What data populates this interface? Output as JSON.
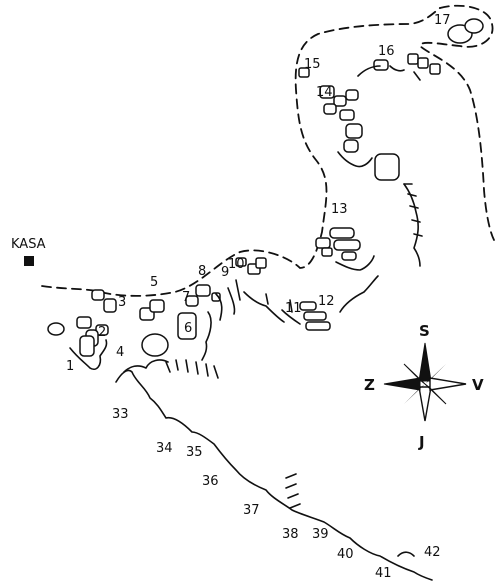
{
  "map": {
    "legend_label": "KASA",
    "compass": {
      "north": "S",
      "south": "J",
      "east": "V",
      "west": "Z"
    },
    "sector_labels": [
      "1",
      "2",
      "3",
      "4",
      "5",
      "6",
      "7",
      "8",
      "9",
      "10",
      "11",
      "12",
      "13",
      "14",
      "15",
      "16",
      "17",
      "33",
      "34",
      "35",
      "36",
      "37",
      "38",
      "39",
      "40",
      "41",
      "42"
    ]
  }
}
